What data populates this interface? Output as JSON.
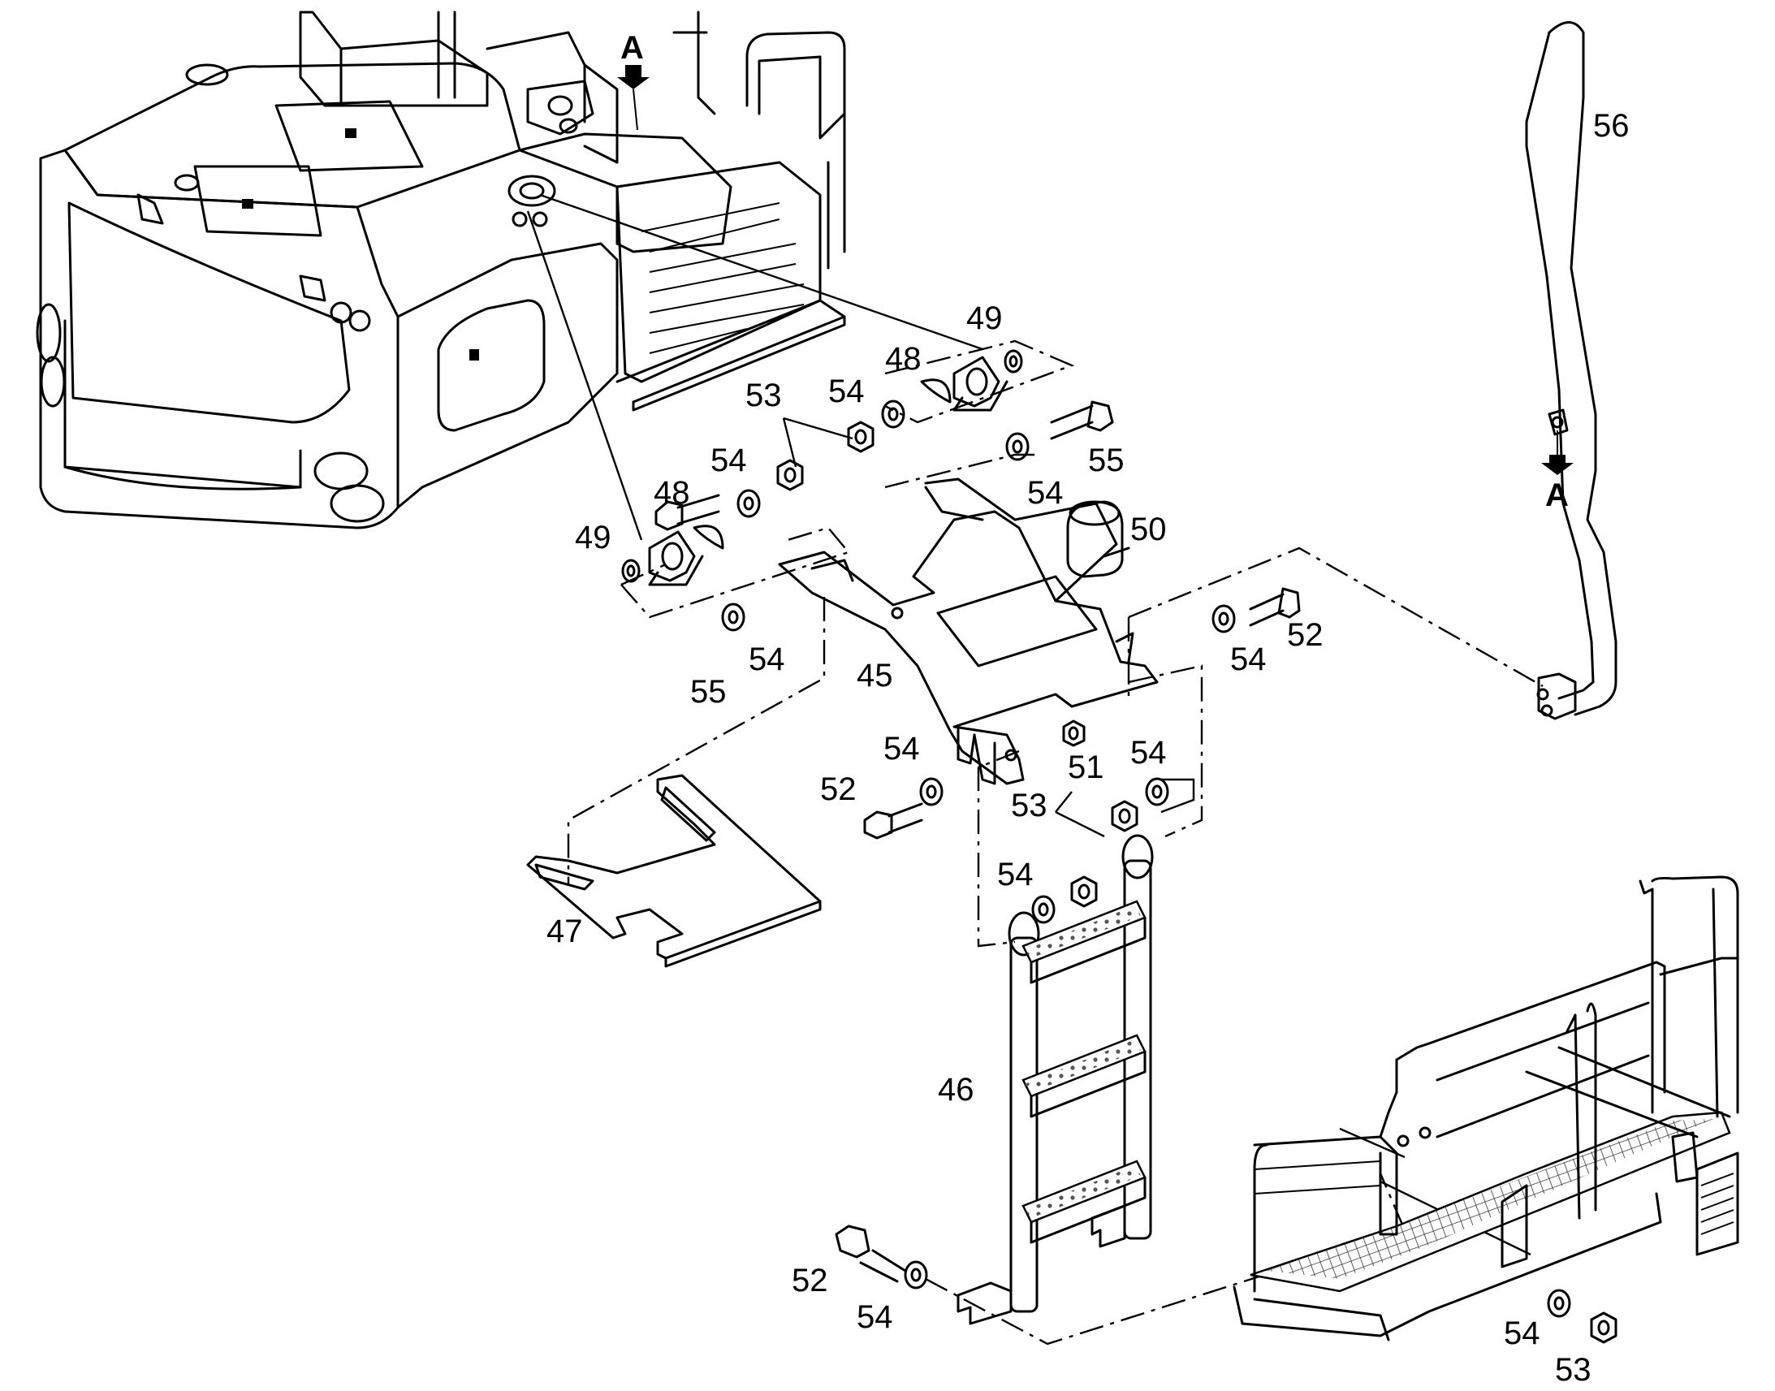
{
  "labels": {
    "p45": "45",
    "p46": "46",
    "p47": "47",
    "p48a": "48",
    "p48b": "48",
    "p49a": "49",
    "p49b": "49",
    "p50": "50",
    "p51": "51",
    "p52a": "52",
    "p52b": "52",
    "p52c": "52",
    "p53a": "53",
    "p53b": "53",
    "p53c": "53",
    "p54a": "54",
    "p54b": "54",
    "p54c": "54",
    "p54d": "54",
    "p54e": "54",
    "p54f": "54",
    "p54g": "54",
    "p54h": "54",
    "p54i": "54",
    "p54j": "54",
    "p55a": "55",
    "p55b": "55",
    "p56": "56",
    "viewA_top": "A",
    "viewA_handrail": "A"
  },
  "colors": {
    "line": "#000000",
    "background": "#ffffff"
  }
}
